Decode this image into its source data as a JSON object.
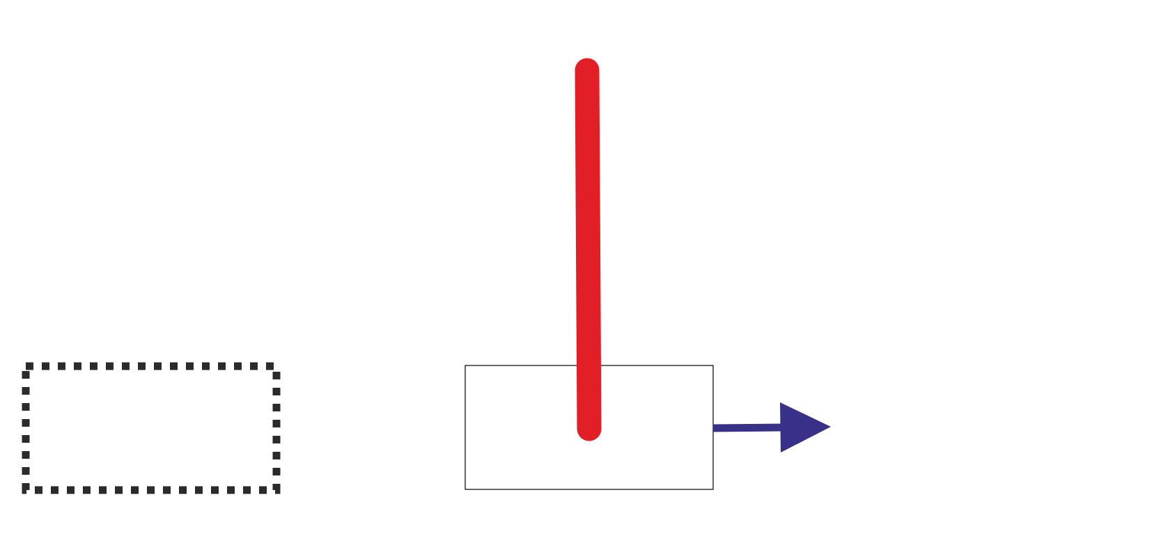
{
  "diagram": {
    "shapes": [
      {
        "id": "dotted-rectangle",
        "kind": "rectangle",
        "outline": "dotted"
      },
      {
        "id": "solid-rectangle",
        "kind": "rectangle",
        "outline": "solid"
      },
      {
        "id": "red-vertical-line",
        "kind": "line",
        "cap": "round"
      },
      {
        "id": "blue-arrow",
        "kind": "arrow",
        "direction": "right"
      }
    ]
  },
  "colors": {
    "background": "#ffffff",
    "dotted_outline": "#2b2b2b",
    "solid_outline": "#000000",
    "red_line": "#e21f26",
    "arrow": "#39308a"
  }
}
